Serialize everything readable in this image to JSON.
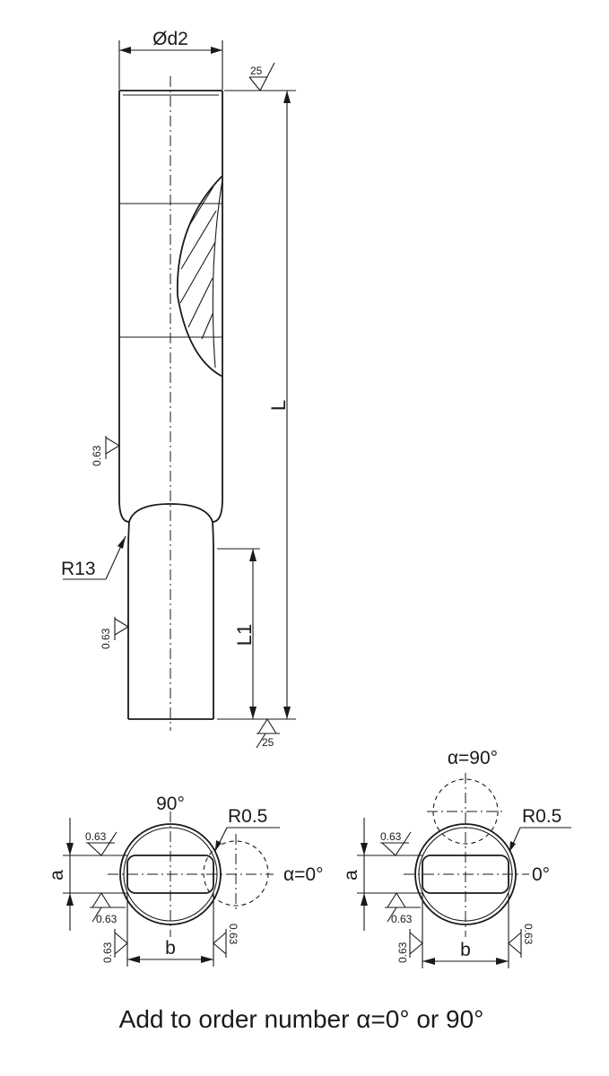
{
  "colors": {
    "ink": "#1a1a1a",
    "background": "#ffffff"
  },
  "side_view": {
    "diameter_label": "Ød2",
    "roughness_top": "25",
    "roughness_bottom": "25",
    "roughness_shank": "0.63",
    "roughness_neck": "0.63",
    "length_label": "L",
    "length1_label": "L1",
    "radius_label": "R13"
  },
  "section_left": {
    "top_angle": "90°",
    "radius_label": "R0.5",
    "alpha_label": "α=0°",
    "dim_a": "a",
    "dim_b": "b",
    "roughness_top": "0.63",
    "roughness_mid": "0.63",
    "roughness_bottom_left": "0.63",
    "roughness_bottom_right": "0.63"
  },
  "section_right": {
    "alpha_label": "α=90°",
    "radius_label": "R0.5",
    "side_angle": "0°",
    "dim_a": "a",
    "dim_b": "b",
    "roughness_top": "0.63",
    "roughness_mid": "0.63",
    "roughness_bottom_left": "0.63",
    "roughness_bottom_right": "0.63"
  },
  "footer_note": "Add to order number α=0° or 90°"
}
